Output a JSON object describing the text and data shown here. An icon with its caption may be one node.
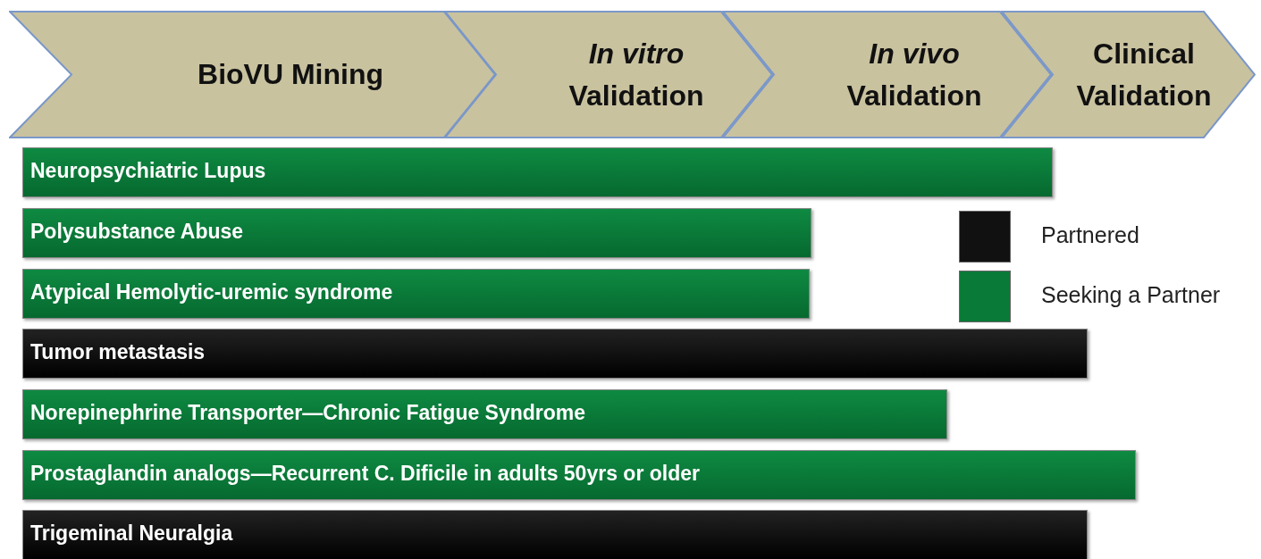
{
  "diagram": {
    "nodes": [
      {
        "text": [
          "BioVU Mining"
        ]
      },
      {
        "text": [
          "*In vitro* Validation"
        ]
      },
      {
        "text": [
          "*In vivo* Validation"
        ]
      },
      {
        "text": [
          "Clinical Validation"
        ]
      },
      {
        "text": [
          "Neuropsychiatric Lupus"
        ]
      },
      {
        "text": [
          "Polysubstance Abuse"
        ]
      },
      {
        "text": [
          "Atypical Hemolytic-uremic syndrome"
        ]
      },
      {
        "text": [
          "Tumor metastasis"
        ]
      },
      {
        "text": [
          "Norepinephrine Transporter—Chronic Fatigue Syndrome"
        ]
      },
      {
        "text": [
          "Prostaglandin analogs—Recurrent C. Dificile in adults 50yrs or older"
        ]
      },
      {
        "text": [
          "Trigeminal Neuralgia"
        ]
      }
    ],
    "edges": [],
    "legend": [
      {
        "text": "Partnered",
        "color": "#111111"
      },
      {
        "text": "Seeking a Partner",
        "color": "#0a7a38"
      }
    ]
  }
}
